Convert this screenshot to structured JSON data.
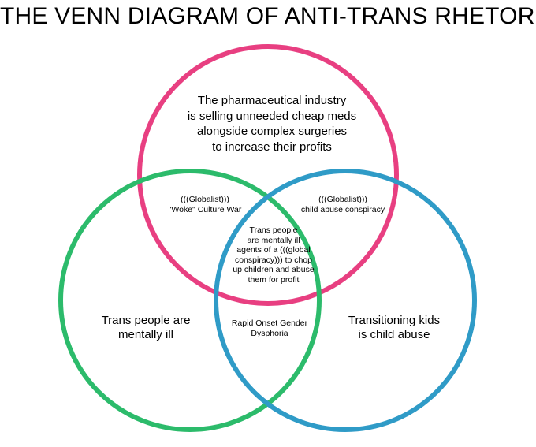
{
  "title": "THE VENN DIAGRAM OF ANTI-TRANS RHETORIC",
  "colors": {
    "top_circle": "#e83f81",
    "left_circle": "#2cbb6b",
    "right_circle": "#2f9bc7"
  },
  "regions": {
    "top": "The pharmaceutical industry\nis selling unneeded cheap meds\nalongside complex surgeries\nto increase their profits",
    "left": "Trans people are\nmentally ill",
    "right": "Transitioning kids\nis child abuse",
    "top_left": "(((Globalist)))\n\"Woke\" Culture War",
    "top_right": "(((Globalist)))\nchild abuse conspiracy",
    "bottom": "Rapid Onset Gender\nDysphoria",
    "center": "Trans people\nare mentally ill\nagents of a (((global\nconspiracy))) to chop\nup children and abuse\nthem for profit"
  }
}
